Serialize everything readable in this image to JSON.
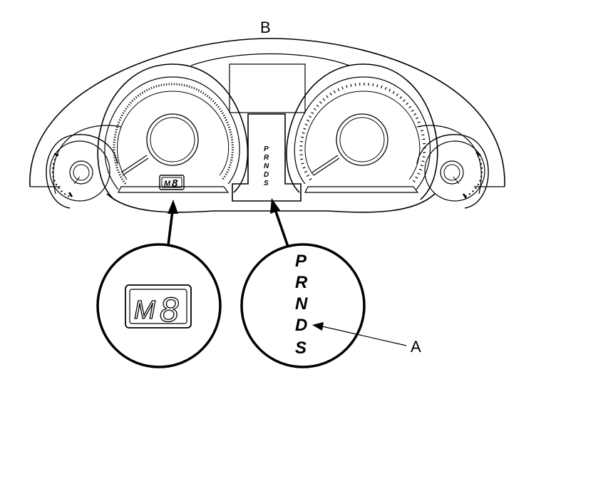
{
  "labels": {
    "cluster": "B",
    "gear_indicator": "A"
  },
  "shift_indicator": {
    "small": [
      "P",
      "R",
      "N",
      "D",
      "S"
    ],
    "zoom": [
      "P",
      "R",
      "N",
      "D",
      "S"
    ]
  },
  "gear_display": {
    "mode_letter": "M",
    "digit": "8"
  }
}
